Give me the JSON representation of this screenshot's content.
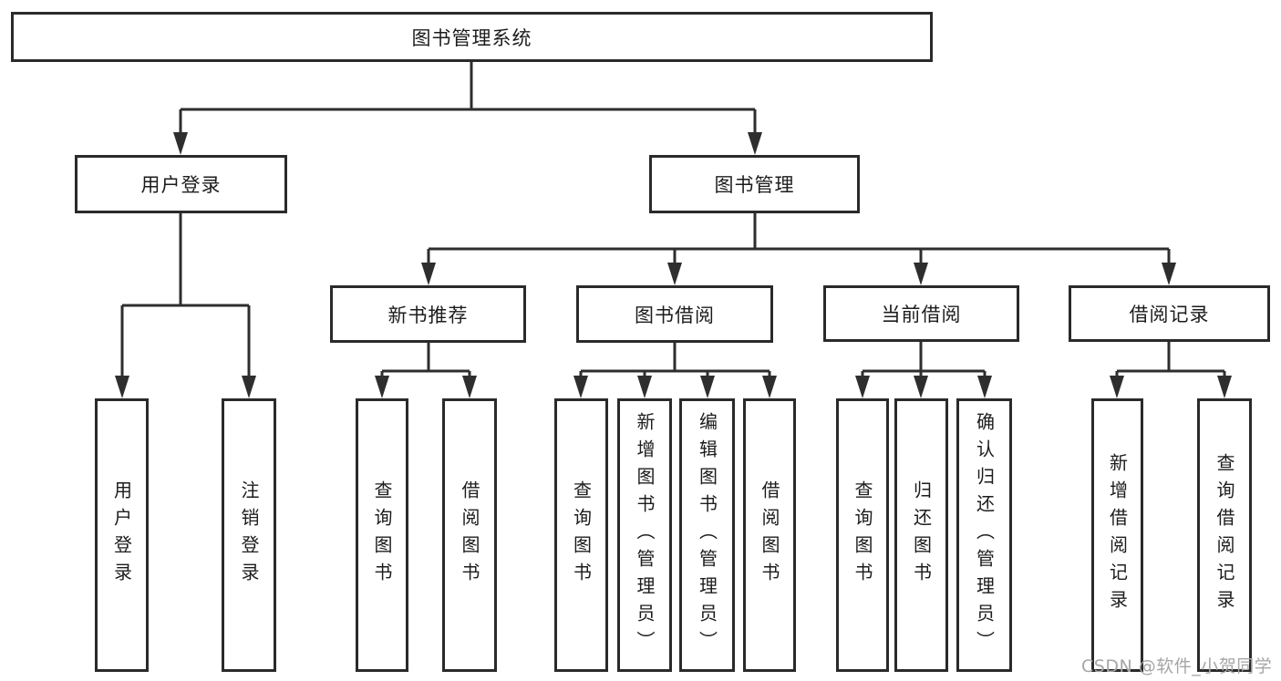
{
  "colors": {
    "line": "#2e2e2e",
    "node_border": "#2a2a2a",
    "text": "#1c1c1e",
    "watermark": "#a6a6a6",
    "background": "#ffffff"
  },
  "diagram": {
    "root": {
      "label": "图书管理系统"
    },
    "branches": [
      {
        "label": "用户登录",
        "children": [
          {
            "label": "用户登录"
          },
          {
            "label": "注销登录"
          }
        ]
      },
      {
        "label": "图书管理",
        "children": [
          {
            "label": "新书推荐",
            "children": [
              {
                "label": "查询图书"
              },
              {
                "label": "借阅图书"
              }
            ]
          },
          {
            "label": "图书借阅",
            "children": [
              {
                "label": "查询图书"
              },
              {
                "label": "新增图书（管理员）"
              },
              {
                "label": "编辑图书（管理员）"
              },
              {
                "label": "借阅图书"
              }
            ]
          },
          {
            "label": "当前借阅",
            "children": [
              {
                "label": "查询图书"
              },
              {
                "label": "归还图书"
              },
              {
                "label": "确认归还（管理员）"
              }
            ]
          },
          {
            "label": "借阅记录",
            "children": [
              {
                "label": "新增借阅记录"
              },
              {
                "label": "查询借阅记录"
              }
            ]
          }
        ]
      }
    ]
  },
  "watermark": {
    "label": "CSDN @软件_小贺同学"
  }
}
